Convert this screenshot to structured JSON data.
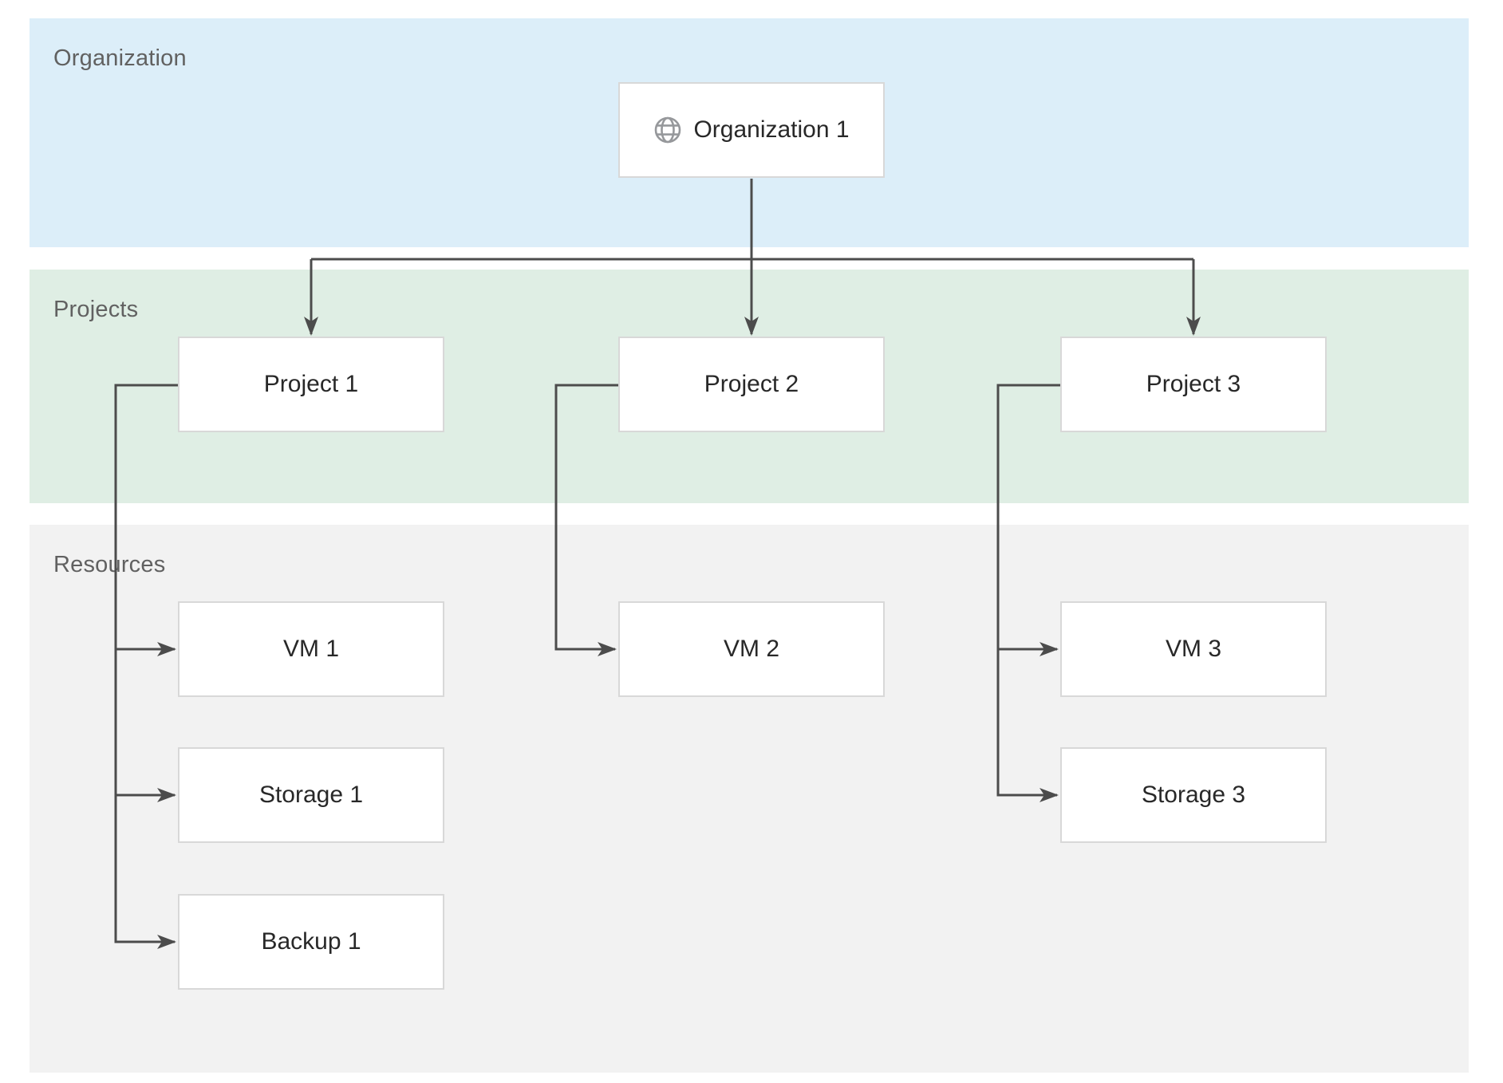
{
  "bands": [
    {
      "key": "organization",
      "label": "Organization",
      "color": "#dceef9"
    },
    {
      "key": "projects",
      "label": "Projects",
      "color": "#dfeee4"
    },
    {
      "key": "resources",
      "label": "Resources",
      "color": "#f2f2f2"
    }
  ],
  "nodes": {
    "org1": {
      "label": "Organization 1",
      "icon": "globe-icon",
      "band": "organization"
    },
    "project1": {
      "label": "Project 1",
      "band": "projects"
    },
    "project2": {
      "label": "Project 2",
      "band": "projects"
    },
    "project3": {
      "label": "Project 3",
      "band": "projects"
    },
    "vm1": {
      "label": "VM 1",
      "band": "resources"
    },
    "storage1": {
      "label": "Storage 1",
      "band": "resources"
    },
    "backup1": {
      "label": "Backup 1",
      "band": "resources"
    },
    "vm2": {
      "label": "VM 2",
      "band": "resources"
    },
    "vm3": {
      "label": "VM 3",
      "band": "resources"
    },
    "storage3": {
      "label": "Storage 3",
      "band": "resources"
    }
  },
  "edges": [
    {
      "from": "org1",
      "to": "project1"
    },
    {
      "from": "org1",
      "to": "project2"
    },
    {
      "from": "org1",
      "to": "project3"
    },
    {
      "from": "project1",
      "to": "vm1"
    },
    {
      "from": "project1",
      "to": "storage1"
    },
    {
      "from": "project1",
      "to": "backup1"
    },
    {
      "from": "project2",
      "to": "vm2"
    },
    {
      "from": "project3",
      "to": "vm3"
    },
    {
      "from": "project3",
      "to": "storage3"
    }
  ],
  "colors": {
    "connector": "#4c4c4c",
    "node_border": "#d8d8d8",
    "node_background": "#ffffff",
    "node_text": "#282828",
    "band_label_text": "#616161",
    "globe_icon": "#96989b",
    "page_background": "#ffffff"
  }
}
